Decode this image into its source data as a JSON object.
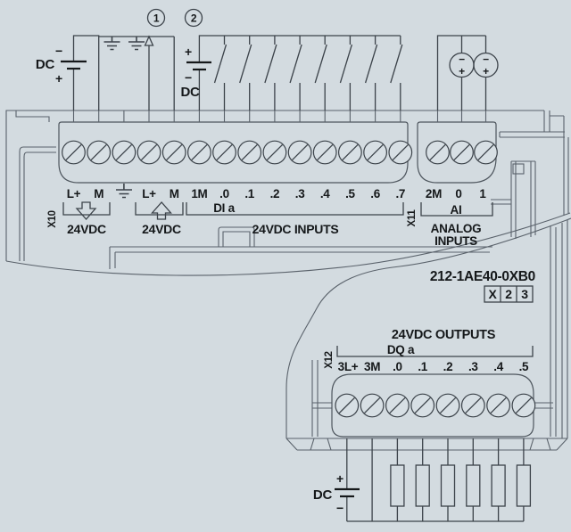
{
  "part_number": "212-1AE40-0XB0",
  "code_box": {
    "cells": [
      "X",
      "2",
      "3"
    ]
  },
  "callouts": {
    "one": "1",
    "two": "2"
  },
  "supplies": {
    "top_left": {
      "name": "DC",
      "top": "−",
      "bottom": "+"
    },
    "input": {
      "name": "DC",
      "top": "+",
      "bottom": "−"
    },
    "output": {
      "name": "DC",
      "top": "+",
      "bottom": "−"
    }
  },
  "analog_sources": {
    "minus": "−",
    "plus": "+"
  },
  "x10": {
    "id": "X10",
    "terminals": [
      "L+",
      "M",
      "⏚",
      "L+",
      "M",
      "1M",
      ".0",
      ".1",
      ".2",
      ".3",
      ".4",
      ".5",
      ".6",
      ".7"
    ],
    "groups": {
      "supply_in": "24VDC",
      "sensor_out": "24VDC",
      "di": "DI a",
      "inputs": "24VDC INPUTS"
    }
  },
  "x11": {
    "id": "X11",
    "terminals": [
      "2M",
      "0",
      "1"
    ],
    "ai": "AI",
    "analog_line1": "ANALOG",
    "analog_line2": "INPUTS"
  },
  "x12": {
    "id": "X12",
    "title": "24VDC OUTPUTS",
    "dq": "DQ a",
    "terminals": [
      "3L+",
      "3M",
      ".0",
      ".1",
      ".2",
      ".3",
      ".4",
      ".5"
    ]
  },
  "colors": {
    "background": "#d3dbe0",
    "circuit_line": "#3c434a",
    "housing_line": "#5a626b",
    "text": "#15181a"
  }
}
